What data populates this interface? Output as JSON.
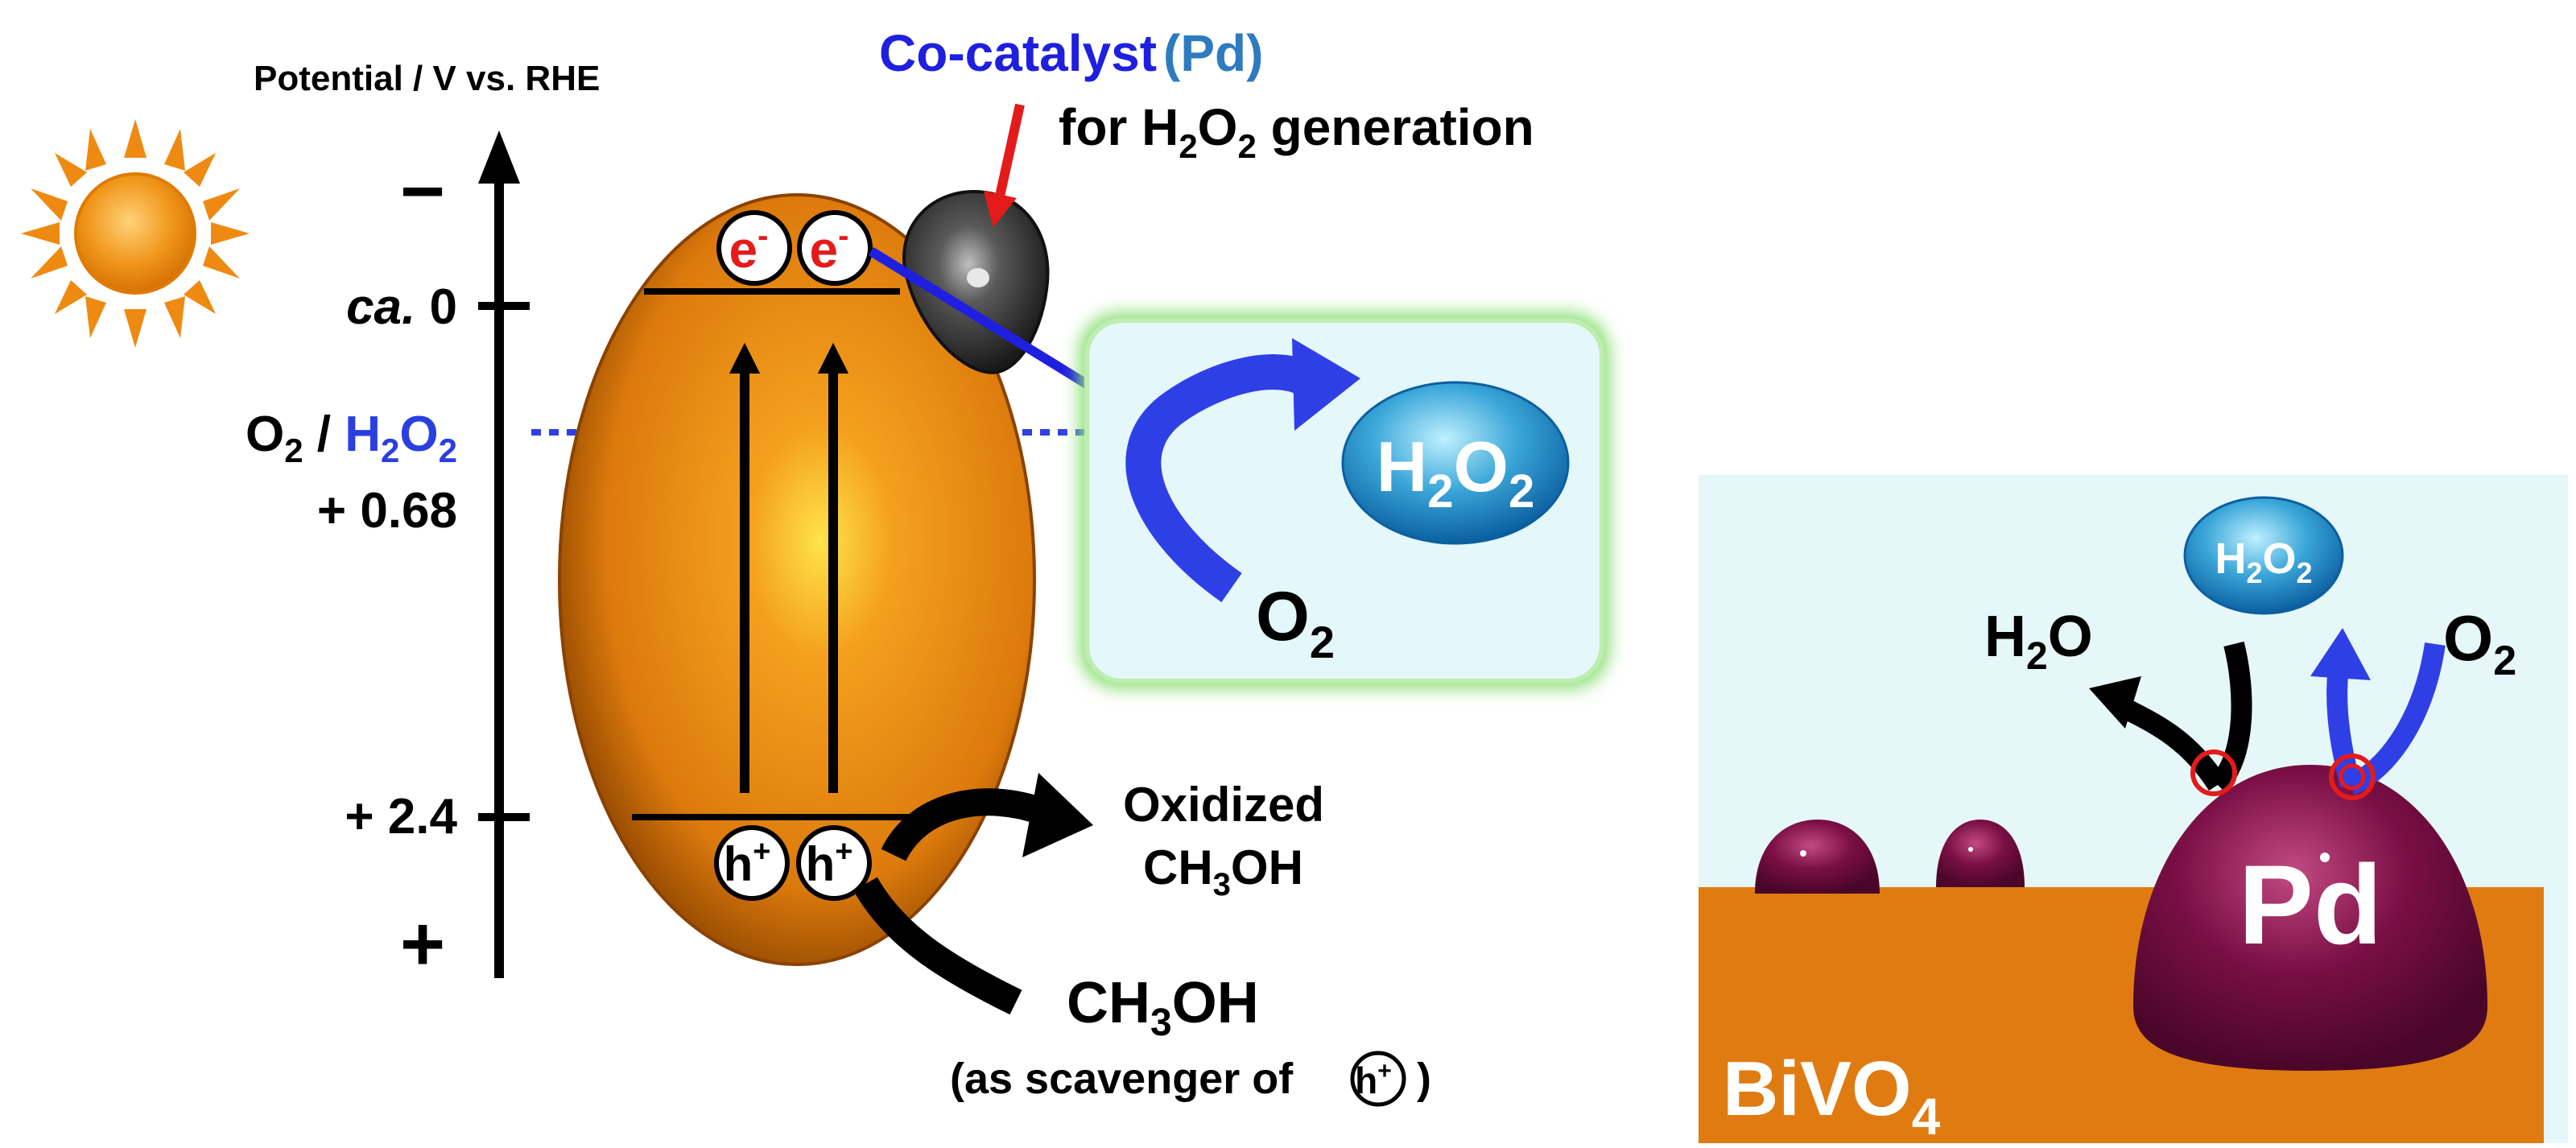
{
  "axis": {
    "title": "Potential / V vs. RHE",
    "minus_sign": "−",
    "plus_sign": "+",
    "level_zero_prefix": "ca.",
    "level_zero_value": " 0",
    "level_o2": "O",
    "level_o2_sub": "2",
    "level_slash": " / ",
    "level_h2o2_h": "H",
    "level_h2o2_sub1": "2",
    "level_h2o2_o": "O",
    "level_h2o2_sub2": "2",
    "level_068": "+ 0.68",
    "level_24": "+ 2.4"
  },
  "cocatalyst": {
    "label": "Co-catalyst",
    "metal": "(Pd)",
    "subtitle_pre": "for H",
    "subtitle_sub1": "2",
    "subtitle_mid": "O",
    "subtitle_sub2": "2",
    "subtitle_post": " generation"
  },
  "carriers": {
    "electron": "e",
    "electron_sup": "-",
    "hole": "h",
    "hole_sup": "+"
  },
  "reaction": {
    "product_h": "H",
    "product_sub1": "2",
    "product_o": "O",
    "product_sub2": "2",
    "reactant_o": "O",
    "reactant_sub": "2"
  },
  "oxidation": {
    "oxidized_line1": "Oxidized",
    "oxidized_line2_a": "CH",
    "oxidized_line2_sub": "3",
    "oxidized_line2_b": "OH",
    "scavenger_a": "CH",
    "scavenger_sub": "3",
    "scavenger_b": "OH",
    "scavenger_note": "(as scavenger of",
    "scavenger_close": ")",
    "scavenger_symbol": "h",
    "scavenger_symbol_sup": "+"
  },
  "inset": {
    "bg_color": "#e6f7fa",
    "substrate_color": "#e07b12",
    "particle_color": "#7a0f45",
    "substrate_label": "BiVO",
    "substrate_sub": "4",
    "particle_label": "Pd",
    "h2o_a": "H",
    "h2o_sub": "2",
    "h2o_b": "O",
    "o2_a": "O",
    "o2_sub": "2",
    "h2o2_h": "H",
    "h2o2_sub1": "2",
    "h2o2_o": "O",
    "h2o2_sub2": "2"
  },
  "colors": {
    "semiconductor": "#e8830e",
    "electron": "#e31b1b",
    "cocatalyst_label": "#1f1fe0",
    "metal_label": "#2e7bbf",
    "h2o2_label": "#2a3fe0",
    "reaction_arrow": "#2f3fe6",
    "product_drop": "#3aa6d8",
    "box_glow": "#8fe07a"
  },
  "icons": {
    "sun": "sun-icon"
  }
}
